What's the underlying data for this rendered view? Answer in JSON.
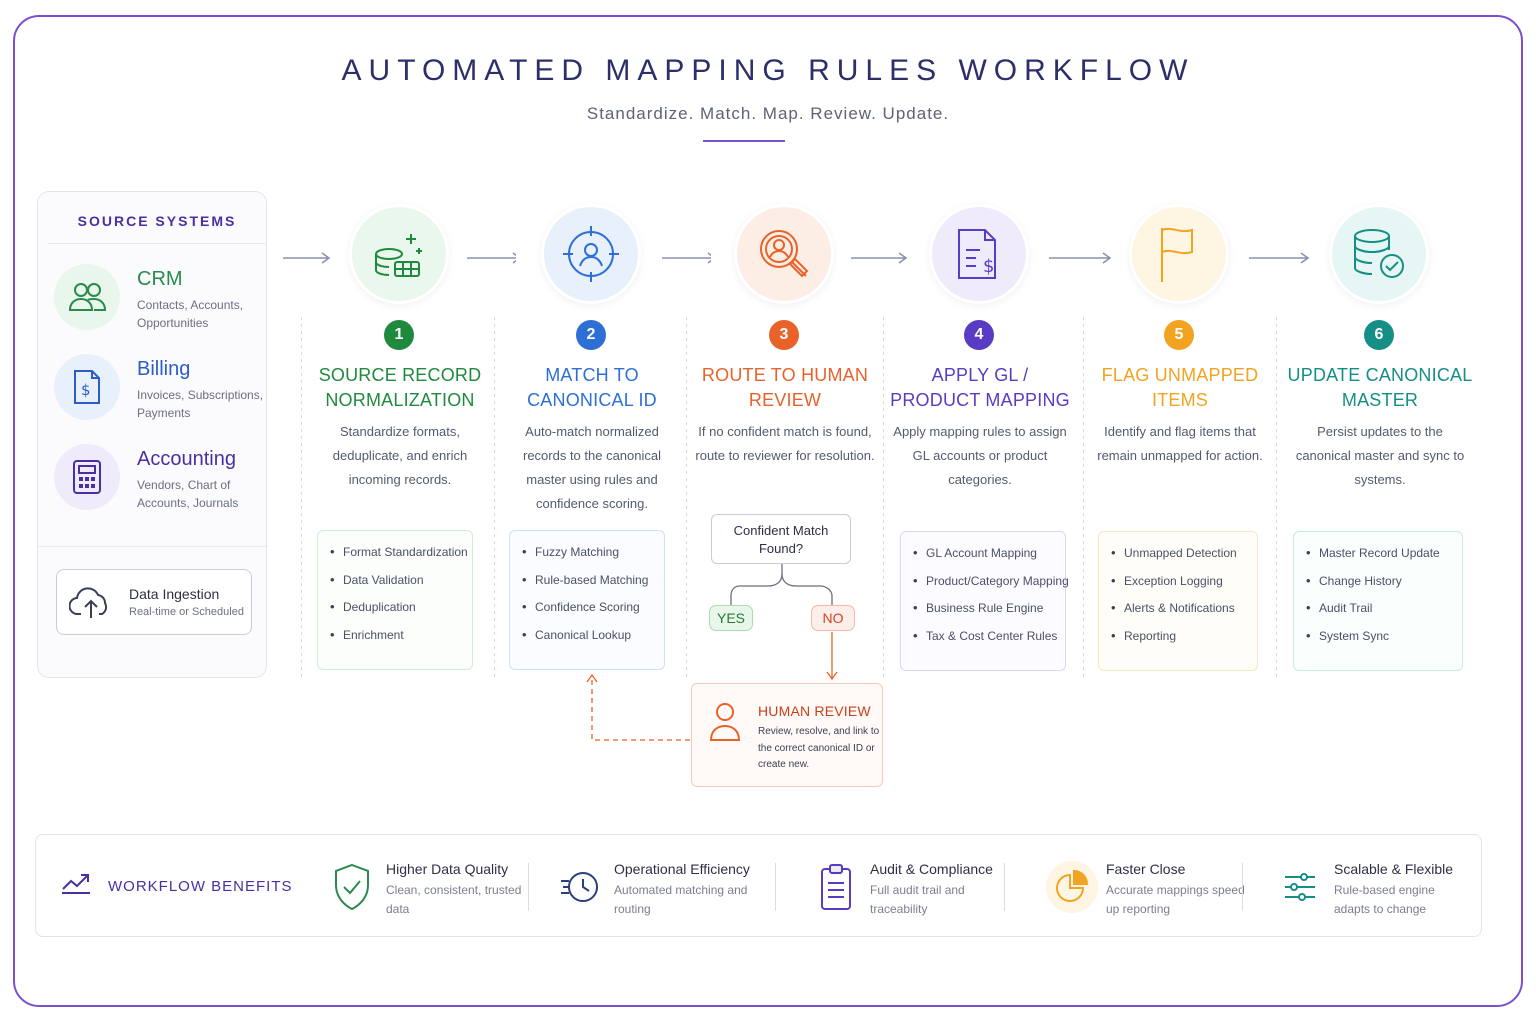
{
  "header": {
    "title": "AUTOMATED MAPPING RULES WORKFLOW",
    "subtitle": "Standardize. Match. Map. Review. Update."
  },
  "source_systems": {
    "heading": "SOURCE SYSTEMS",
    "items": [
      {
        "name": "CRM",
        "desc": "Contacts, Accounts, Opportunities",
        "icon": "users-icon",
        "color": "#2a8a4a"
      },
      {
        "name": "Billing",
        "desc": "Invoices, Subscriptions, Payments",
        "icon": "invoice-dollar-icon",
        "color": "#2b5cc7"
      },
      {
        "name": "Accounting",
        "desc": "Vendors, Chart of Accounts, Journals",
        "icon": "calculator-icon",
        "color": "#4b2fa0"
      }
    ],
    "ingestion": {
      "title": "Data Ingestion",
      "subtitle": "Real-time or Scheduled",
      "icon": "cloud-upload-icon"
    }
  },
  "steps": [
    {
      "num": "1",
      "title": "SOURCE RECORD NORMALIZATION",
      "desc": "Standardize formats, deduplicate, and enrich incoming records.",
      "color": "#1f8a3e",
      "bg": "#eaf7ec",
      "icon": "database-sparkle-icon",
      "features": [
        "Format Standardization",
        "Data Validation",
        "Deduplication",
        "Enrichment"
      ]
    },
    {
      "num": "2",
      "title": "MATCH TO CANONICAL ID",
      "desc": "Auto-match normalized records to the canonical master using rules and confidence scoring.",
      "color": "#2e6fd6",
      "bg": "#e8f0fc",
      "icon": "target-user-icon",
      "features": [
        "Fuzzy Matching",
        "Rule-based Matching",
        "Confidence Scoring",
        "Canonical Lookup"
      ]
    },
    {
      "num": "3",
      "title": "ROUTE TO HUMAN REVIEW",
      "desc": "If no confident match is found, route to reviewer for resolution.",
      "color": "#e8622a",
      "bg": "#fdeee5",
      "icon": "magnifier-user-icon",
      "features": []
    },
    {
      "num": "4",
      "title": "APPLY GL / PRODUCT MAPPING",
      "desc": "Apply mapping rules to assign GL accounts or product categories.",
      "color": "#5a3cc4",
      "bg": "#efebfb",
      "icon": "document-dollar-icon",
      "features": [
        "GL Account Mapping",
        "Product/Category Mapping",
        "Business Rule Engine",
        "Tax & Cost Center Rules"
      ]
    },
    {
      "num": "5",
      "title": "FLAG UNMAPPED ITEMS",
      "desc": "Identify and flag items that remain unmapped for action.",
      "color": "#f2a321",
      "bg": "#fef5e3",
      "icon": "flag-icon",
      "features": [
        "Unmapped Detection",
        "Exception Logging",
        "Alerts & Notifications",
        "Reporting"
      ]
    },
    {
      "num": "6",
      "title": "UPDATE CANONICAL MASTER",
      "desc": "Persist updates to the canonical master and sync to systems.",
      "color": "#158f86",
      "bg": "#e6f6f4",
      "icon": "database-check-icon",
      "features": [
        "Master Record Update",
        "Change History",
        "Audit Trail",
        "System Sync"
      ]
    }
  ],
  "decision": {
    "question": "Confident Match Found?",
    "yes": "YES",
    "no": "NO"
  },
  "human_review": {
    "title": "HUMAN REVIEW",
    "desc": "Review, resolve, and link to the correct canonical ID or create new.",
    "icon": "person-icon"
  },
  "benefits": {
    "heading": "WORKFLOW BENEFITS",
    "items": [
      {
        "title": "Higher Data Quality",
        "desc": "Clean, consistent, trusted data",
        "icon": "shield-check-icon",
        "color": "#2a8a4a"
      },
      {
        "title": "Operational Efficiency",
        "desc": "Automated matching and routing",
        "icon": "clock-speed-icon",
        "color": "#2b3f7a"
      },
      {
        "title": "Audit & Compliance",
        "desc": "Full audit trail and traceability",
        "icon": "clipboard-icon",
        "color": "#5a3cc4"
      },
      {
        "title": "Faster Close",
        "desc": "Accurate mappings speed up reporting",
        "icon": "pie-chart-icon",
        "color": "#f2a321"
      },
      {
        "title": "Scalable & Flexible",
        "desc": "Rule-based engine adapts to change",
        "icon": "sliders-icon",
        "color": "#158f86"
      }
    ]
  }
}
